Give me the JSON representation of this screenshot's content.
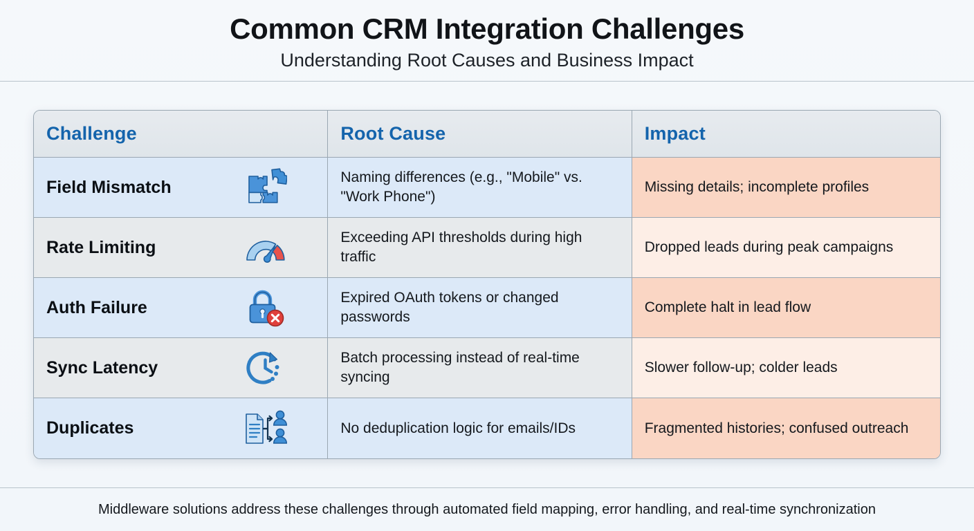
{
  "header": {
    "title": "Common CRM Integration Challenges",
    "subtitle": "Understanding Root Causes and Business Impact"
  },
  "table": {
    "columns": [
      "Challenge",
      "Root Cause",
      "Impact"
    ],
    "rows": [
      {
        "challenge": "Field Mismatch",
        "icon": "puzzle-pieces-icon",
        "root_cause": "Naming differences (e.g., \"Mobile\" vs. \"Work Phone\")",
        "impact": "Missing details; incomplete profiles"
      },
      {
        "challenge": "Rate Limiting",
        "icon": "gauge-speedometer-icon",
        "root_cause": "Exceeding API thresholds during high traffic",
        "impact": "Dropped leads during peak campaigns"
      },
      {
        "challenge": "Auth Failure",
        "icon": "lock-error-icon",
        "root_cause": "Expired OAuth tokens or changed passwords",
        "impact": "Complete halt in lead flow"
      },
      {
        "challenge": "Sync Latency",
        "icon": "clock-refresh-icon",
        "root_cause": "Batch processing instead of real-time syncing",
        "impact": "Slower follow-up; colder leads"
      },
      {
        "challenge": "Duplicates",
        "icon": "document-split-users-icon",
        "root_cause": "No deduplication logic for emails/IDs",
        "impact": "Fragmented histories; confused outreach"
      }
    ]
  },
  "footer": {
    "note": "Middleware solutions address these challenges through automated field mapping, error handling, and real-time synchronization"
  },
  "colors": {
    "header_text": "#1464ac",
    "row_blue": "#dce9f8",
    "row_gray": "#e7eaec",
    "impact_strong": "#fad6c4",
    "impact_light": "#fdeee6",
    "icon_blue": "#3f8fd6",
    "icon_red": "#e04b45",
    "page_background": "#f4f7fa"
  }
}
